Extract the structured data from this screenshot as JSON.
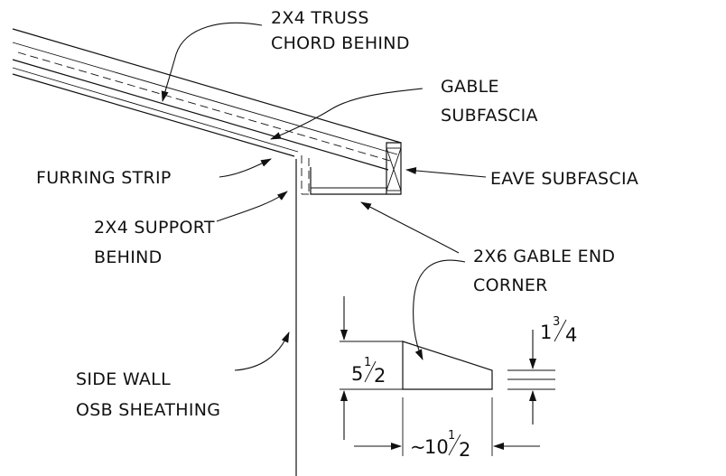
{
  "labels": {
    "truss_chord_line1": "2X4 TRUSS",
    "truss_chord_line2": "CHORD BEHIND",
    "gable_subfascia_line1": "GABLE",
    "gable_subfascia_line2": "SUBFASCIA",
    "furring_strip": "FURRING STRIP",
    "eave_subfascia": "EAVE SUBFASCIA",
    "support_line1": "2X4 SUPPORT",
    "support_line2": "BEHIND",
    "gable_end_corner_line1": "2X6 GABLE END",
    "gable_end_corner_line2": "CORNER",
    "side_wall_line1": "SIDE WALL",
    "side_wall_line2": "OSB SHEATHING"
  },
  "dimensions": {
    "height": {
      "whole": "5",
      "num": "1",
      "den": "2"
    },
    "thin_edge": {
      "whole": "1",
      "num": "3",
      "den": "4"
    },
    "length": {
      "prefix": "~",
      "whole": "10",
      "num": "1",
      "den": "2"
    }
  },
  "colors": {
    "ink": "#111111",
    "background": "#ffffff"
  }
}
